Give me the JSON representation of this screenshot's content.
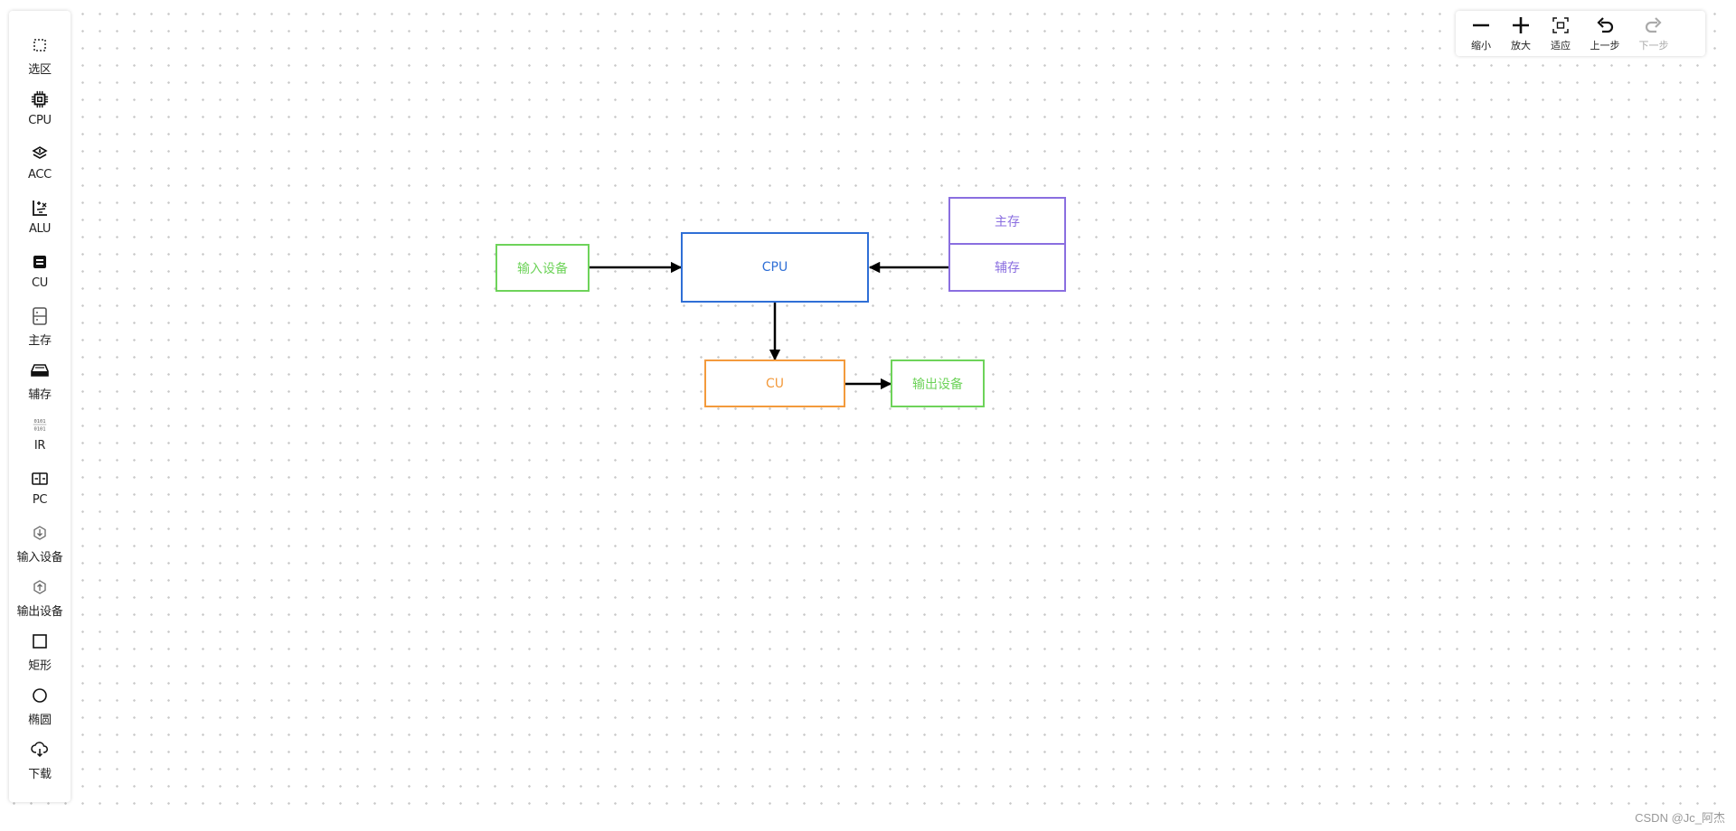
{
  "palette": {
    "items": [
      {
        "label": "选区",
        "icon": "selection-icon"
      },
      {
        "label": "CPU",
        "icon": "cpu-chip-icon"
      },
      {
        "label": "ACC",
        "icon": "accumulator-icon"
      },
      {
        "label": "ALU",
        "icon": "alu-icon"
      },
      {
        "label": "CU",
        "icon": "control-unit-icon"
      },
      {
        "label": "主存",
        "icon": "main-memory-icon"
      },
      {
        "label": "辅存",
        "icon": "storage-disk-icon"
      },
      {
        "label": "IR",
        "icon": "binary-register-icon"
      },
      {
        "label": "PC",
        "icon": "program-counter-icon"
      },
      {
        "label": "输入设备",
        "icon": "input-device-icon"
      },
      {
        "label": "输出设备",
        "icon": "output-device-icon"
      },
      {
        "label": "矩形",
        "icon": "rectangle-icon"
      },
      {
        "label": "椭圆",
        "icon": "ellipse-icon"
      },
      {
        "label": "下载",
        "icon": "download-cloud-icon"
      }
    ]
  },
  "toolbar": {
    "buttons": [
      {
        "label": "缩小",
        "icon": "zoom-out-icon",
        "enabled": true
      },
      {
        "label": "放大",
        "icon": "zoom-in-icon",
        "enabled": true
      },
      {
        "label": "适应",
        "icon": "fit-view-icon",
        "enabled": true
      },
      {
        "label": "上一步",
        "icon": "undo-icon",
        "enabled": true
      },
      {
        "label": "下一步",
        "icon": "redo-icon",
        "enabled": false
      }
    ]
  },
  "diagram": {
    "nodes": {
      "input": {
        "label": "输入设备",
        "color": "#6ed35a"
      },
      "cpu": {
        "label": "CPU",
        "color": "#2f6fd6"
      },
      "main_memory": {
        "label": "主存",
        "color": "#8a6ee0"
      },
      "aux_storage": {
        "label": "辅存",
        "color": "#8a6ee0"
      },
      "cu": {
        "label": "CU",
        "color": "#f39a3c"
      },
      "output": {
        "label": "输出设备",
        "color": "#6ed35a"
      }
    },
    "edge_color": "#000000"
  },
  "watermark": "CSDN @Jc_阿杰"
}
